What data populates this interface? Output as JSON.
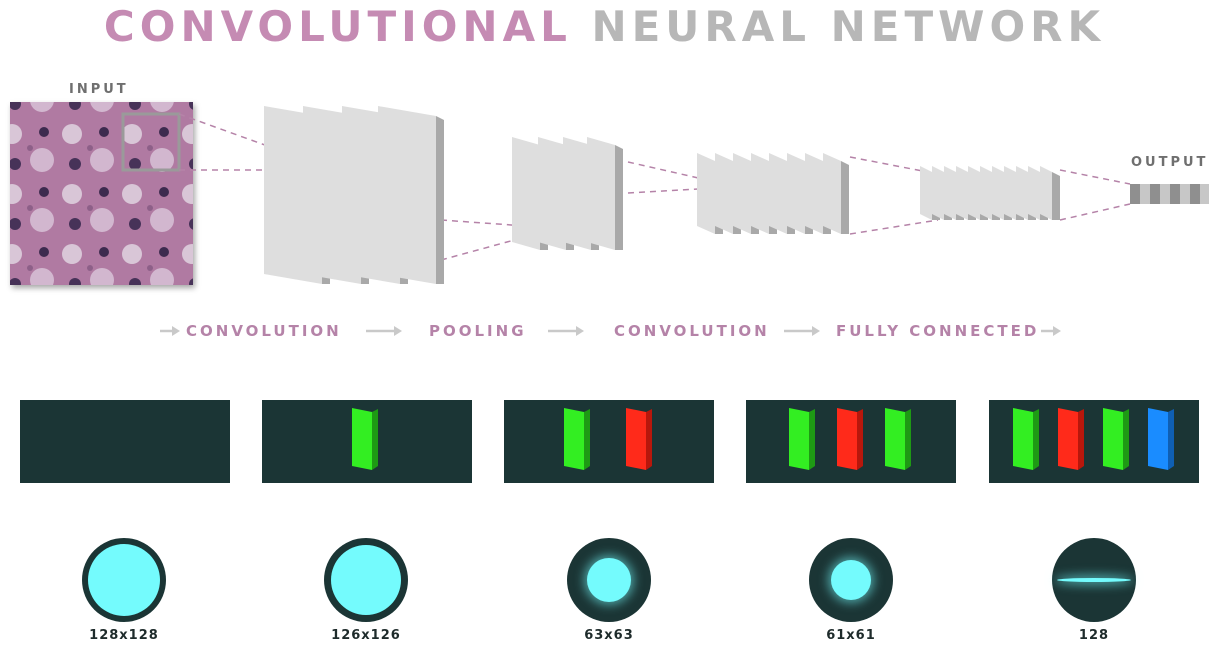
{
  "title": {
    "part1": "CONVOLUTIONAL",
    "part2": "NEURAL NETWORK"
  },
  "labels": {
    "input": "INPUT",
    "output": "OUTPUT"
  },
  "stages": [
    "CONVOLUTION",
    "POOLING",
    "CONVOLUTION",
    "FULLY CONNECTED"
  ],
  "colors": {
    "title_accent": "#c58bb3",
    "title_muted": "#b7b7b7",
    "stage_text": "#b583a8",
    "panel_bg": "#1b3535",
    "filter_green": "#33ee22",
    "filter_red": "#ff2a1a",
    "filter_blue": "#1a8cff",
    "cyan": "#74fbfd"
  },
  "panels": [
    {
      "filters": []
    },
    {
      "filters": [
        "green"
      ]
    },
    {
      "filters": [
        "green",
        "red"
      ]
    },
    {
      "filters": [
        "green",
        "red",
        "green"
      ]
    },
    {
      "filters": [
        "green",
        "red",
        "green",
        "blue"
      ]
    }
  ],
  "sizes": [
    "128x128",
    "126x126",
    "63x63",
    "61x61",
    "128"
  ]
}
